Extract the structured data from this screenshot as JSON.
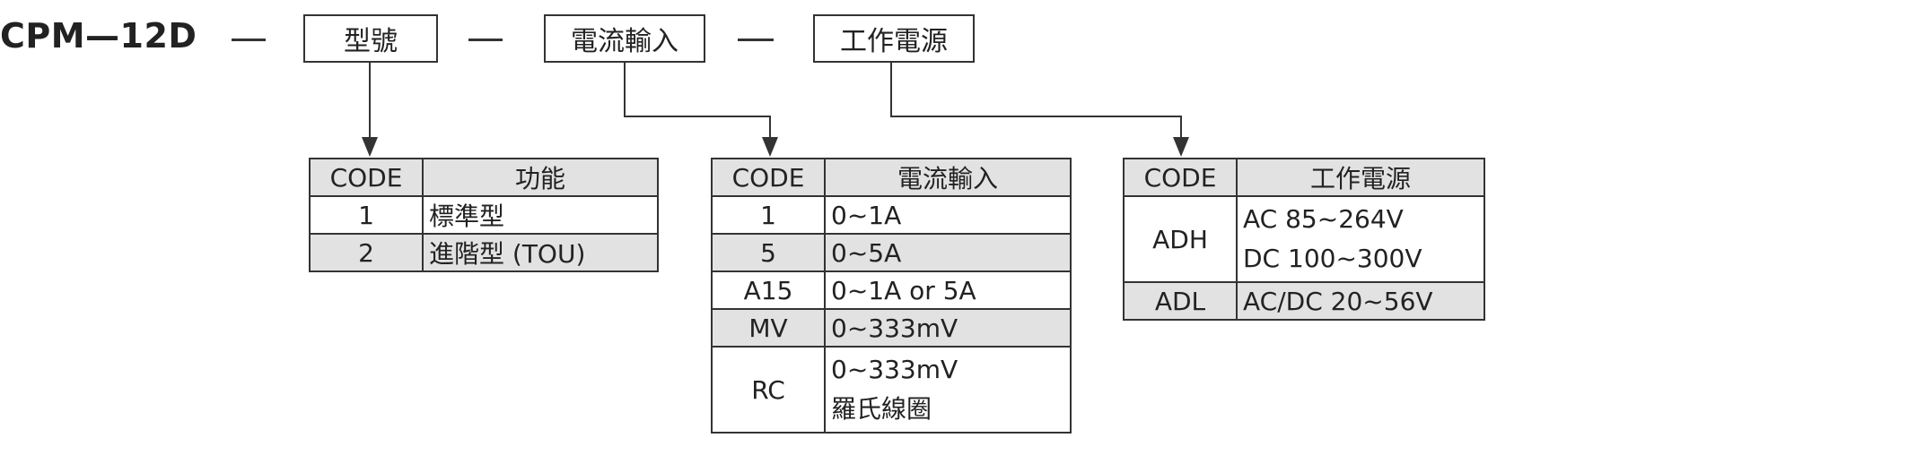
{
  "model": "CPM—12D",
  "boxes": [
    {
      "label": "型號"
    },
    {
      "label": "電流輸入"
    },
    {
      "label": "工作電源"
    }
  ],
  "tables": {
    "function": {
      "headers": [
        "CODE",
        "功能"
      ],
      "rows": [
        {
          "code": "1",
          "desc": "標準型"
        },
        {
          "code": "2",
          "desc": "進階型 (TOU)"
        }
      ]
    },
    "current": {
      "headers": [
        "CODE",
        "電流輸入"
      ],
      "rows": [
        {
          "code": "1",
          "desc": "0~1A"
        },
        {
          "code": "5",
          "desc": "0~5A"
        },
        {
          "code": "A15",
          "desc": "0~1A or 5A"
        },
        {
          "code": "MV",
          "desc": "0~333mV"
        },
        {
          "code": "RC",
          "desc_line1": "0~333mV",
          "desc_line2": "羅氏線圈"
        }
      ]
    },
    "power": {
      "headers": [
        "CODE",
        "工作電源"
      ],
      "rows": [
        {
          "code": "ADH",
          "desc_line1": "AC 85~264V",
          "desc_line2": "DC 100~300V"
        },
        {
          "code": "ADL",
          "desc": "AC/DC 20~56V"
        }
      ]
    }
  }
}
